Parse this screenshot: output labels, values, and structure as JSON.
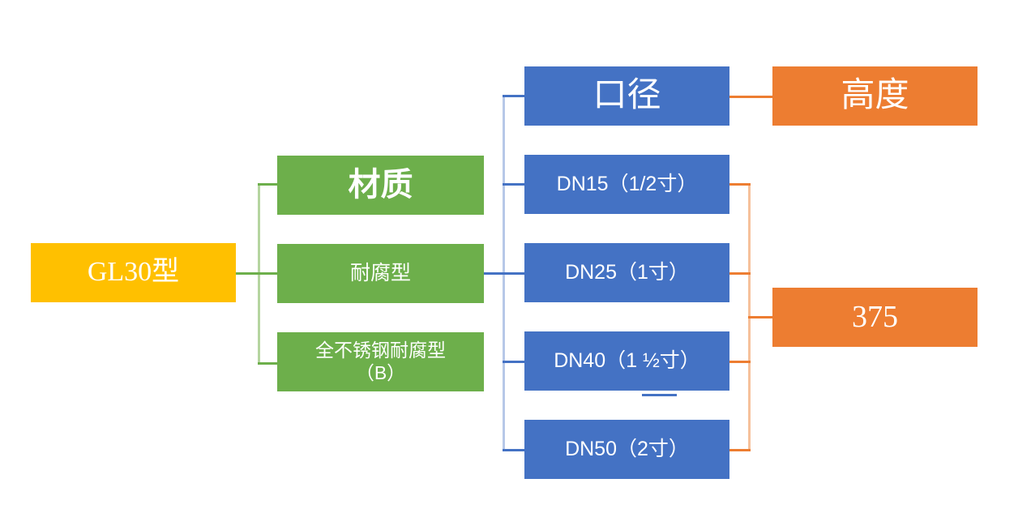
{
  "diagram": {
    "title_root": "GL30型",
    "branches": {
      "material": {
        "header": "材质",
        "items": [
          "耐腐型",
          "全不锈钢耐腐型\n（B）"
        ]
      },
      "bore": {
        "header": "口径",
        "items": [
          "DN15（1/2寸）",
          "DN25（1寸）",
          "DN40（1 ½寸）",
          "DN50（2寸）"
        ]
      },
      "height": {
        "header": "高度",
        "items": [
          "375"
        ]
      }
    },
    "colors": {
      "root": "#FFC000",
      "material": "#6DAF4B",
      "bore": "#4472C4",
      "height": "#ED7D31",
      "text": "#FFFFFF",
      "background": "#FFFFFF"
    }
  }
}
